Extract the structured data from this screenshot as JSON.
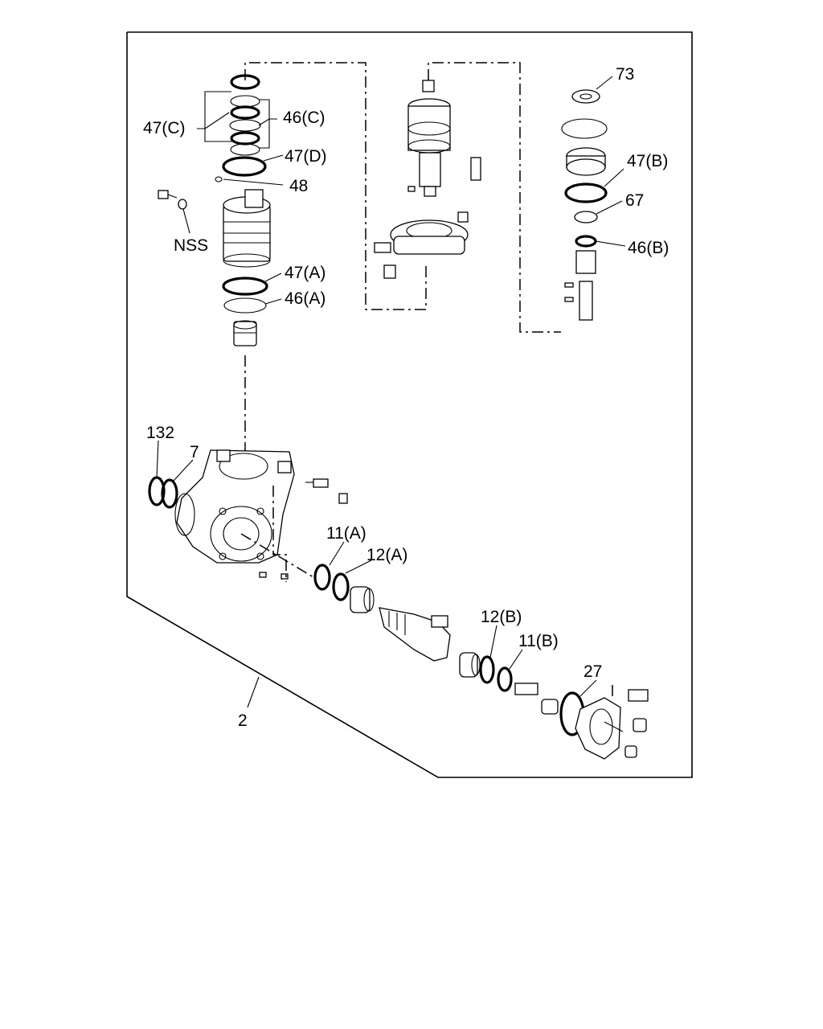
{
  "diagram": {
    "callouts": {
      "c73": "73",
      "c47c": "47(C)",
      "c46c": "46(C)",
      "c47d": "47(D)",
      "c48": "48",
      "nss": "NSS",
      "c47a": "47(A)",
      "c46a": "46(A)",
      "c47b": "47(B)",
      "c67": "67",
      "c46b": "46(B)",
      "c132": "132",
      "c7": "7",
      "c11a": "11(A)",
      "c12a": "12(A)",
      "c12b": "12(B)",
      "c11b": "11(B)",
      "c27": "27",
      "c2": "2"
    }
  }
}
